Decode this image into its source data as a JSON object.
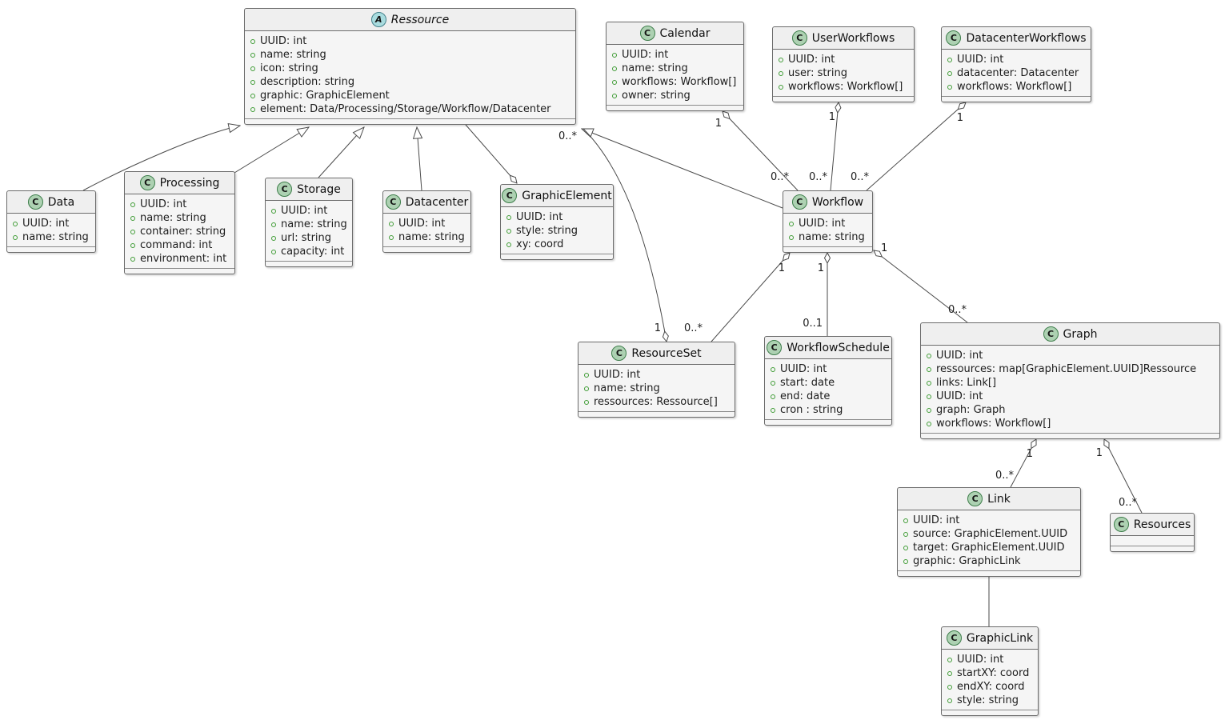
{
  "diagram": {
    "type": "uml-class-diagram",
    "classes": [
      {
        "id": "ressource",
        "icon": "A",
        "abstract": true,
        "name": "Ressource",
        "attrs": [
          "UUID: int",
          "name: string",
          "icon: string",
          "description: string",
          "graphic: GraphicElement",
          "element: Data/Processing/Storage/Workflow/Datacenter"
        ]
      },
      {
        "id": "calendar",
        "icon": "C",
        "abstract": false,
        "name": "Calendar",
        "attrs": [
          "UUID: int",
          "name: string",
          "workflows: Workflow[]",
          "owner: string"
        ]
      },
      {
        "id": "userworkflows",
        "icon": "C",
        "abstract": false,
        "name": "UserWorkflows",
        "attrs": [
          "UUID: int",
          "user: string",
          "workflows: Workflow[]"
        ]
      },
      {
        "id": "datacenterworkflows",
        "icon": "C",
        "abstract": false,
        "name": "DatacenterWorkflows",
        "attrs": [
          "UUID: int",
          "datacenter: Datacenter",
          "workflows: Workflow[]"
        ]
      },
      {
        "id": "data",
        "icon": "C",
        "abstract": false,
        "name": "Data",
        "attrs": [
          "UUID: int",
          "name: string"
        ]
      },
      {
        "id": "processing",
        "icon": "C",
        "abstract": false,
        "name": "Processing",
        "attrs": [
          "UUID: int",
          "name: string",
          "container: string",
          "command: int",
          "environment: int"
        ]
      },
      {
        "id": "storage",
        "icon": "C",
        "abstract": false,
        "name": "Storage",
        "attrs": [
          "UUID: int",
          "name: string",
          "url: string",
          "capacity: int"
        ]
      },
      {
        "id": "datacenter",
        "icon": "C",
        "abstract": false,
        "name": "Datacenter",
        "attrs": [
          "UUID: int",
          "name: string"
        ]
      },
      {
        "id": "graphicelement",
        "icon": "C",
        "abstract": false,
        "name": "GraphicElement",
        "attrs": [
          "UUID: int",
          "style: string",
          "xy: coord"
        ]
      },
      {
        "id": "workflow",
        "icon": "C",
        "abstract": false,
        "name": "Workflow",
        "attrs": [
          "UUID: int",
          "name: string"
        ]
      },
      {
        "id": "resourceset",
        "icon": "C",
        "abstract": false,
        "name": "ResourceSet",
        "attrs": [
          "UUID: int",
          "name: string",
          "ressources: Ressource[]"
        ]
      },
      {
        "id": "workflowschedule",
        "icon": "C",
        "abstract": false,
        "name": "WorkflowSchedule",
        "attrs": [
          "UUID: int",
          "start: date",
          "end: date",
          "cron : string"
        ]
      },
      {
        "id": "graph",
        "icon": "C",
        "abstract": false,
        "name": "Graph",
        "attrs": [
          "UUID: int",
          "ressources: map[GraphicElement.UUID]Ressource",
          "links: Link[]",
          "UUID: int",
          "graph: Graph",
          "workflows: Workflow[]"
        ]
      },
      {
        "id": "link",
        "icon": "C",
        "abstract": false,
        "name": "Link",
        "attrs": [
          "UUID: int",
          "source: GraphicElement.UUID",
          "target: GraphicElement.UUID",
          "graphic: GraphicLink"
        ]
      },
      {
        "id": "resources",
        "icon": "C",
        "abstract": false,
        "name": "Resources",
        "attrs": []
      },
      {
        "id": "graphiclink",
        "icon": "C",
        "abstract": false,
        "name": "GraphicLink",
        "attrs": [
          "UUID: int",
          "startXY: coord",
          "endXY: coord",
          "style: string"
        ]
      }
    ],
    "labels": {
      "cal_1": "1",
      "cal_n": "0..*",
      "uw_1": "1",
      "uw_n": "0..*",
      "dw_1": "1",
      "dw_n": "0..*",
      "rs_1": "1",
      "rs_n": "0..*",
      "wrs_1": "1",
      "wrs_n": "0..*",
      "ws_1": "1",
      "ws_n": "0..1",
      "wg_1": "1",
      "wg_n": "0..*",
      "gl_1": "1",
      "gl_n": "0..*",
      "gr_1": "1",
      "gr_n": "0..*"
    },
    "colors": {
      "class_icon_fill": "#ADD1B2",
      "abstract_icon_fill": "#A9DCDF",
      "box_fill": "#f2f2f2",
      "box_border": "#6b6b6b",
      "edge": "#4a4a4a"
    }
  }
}
